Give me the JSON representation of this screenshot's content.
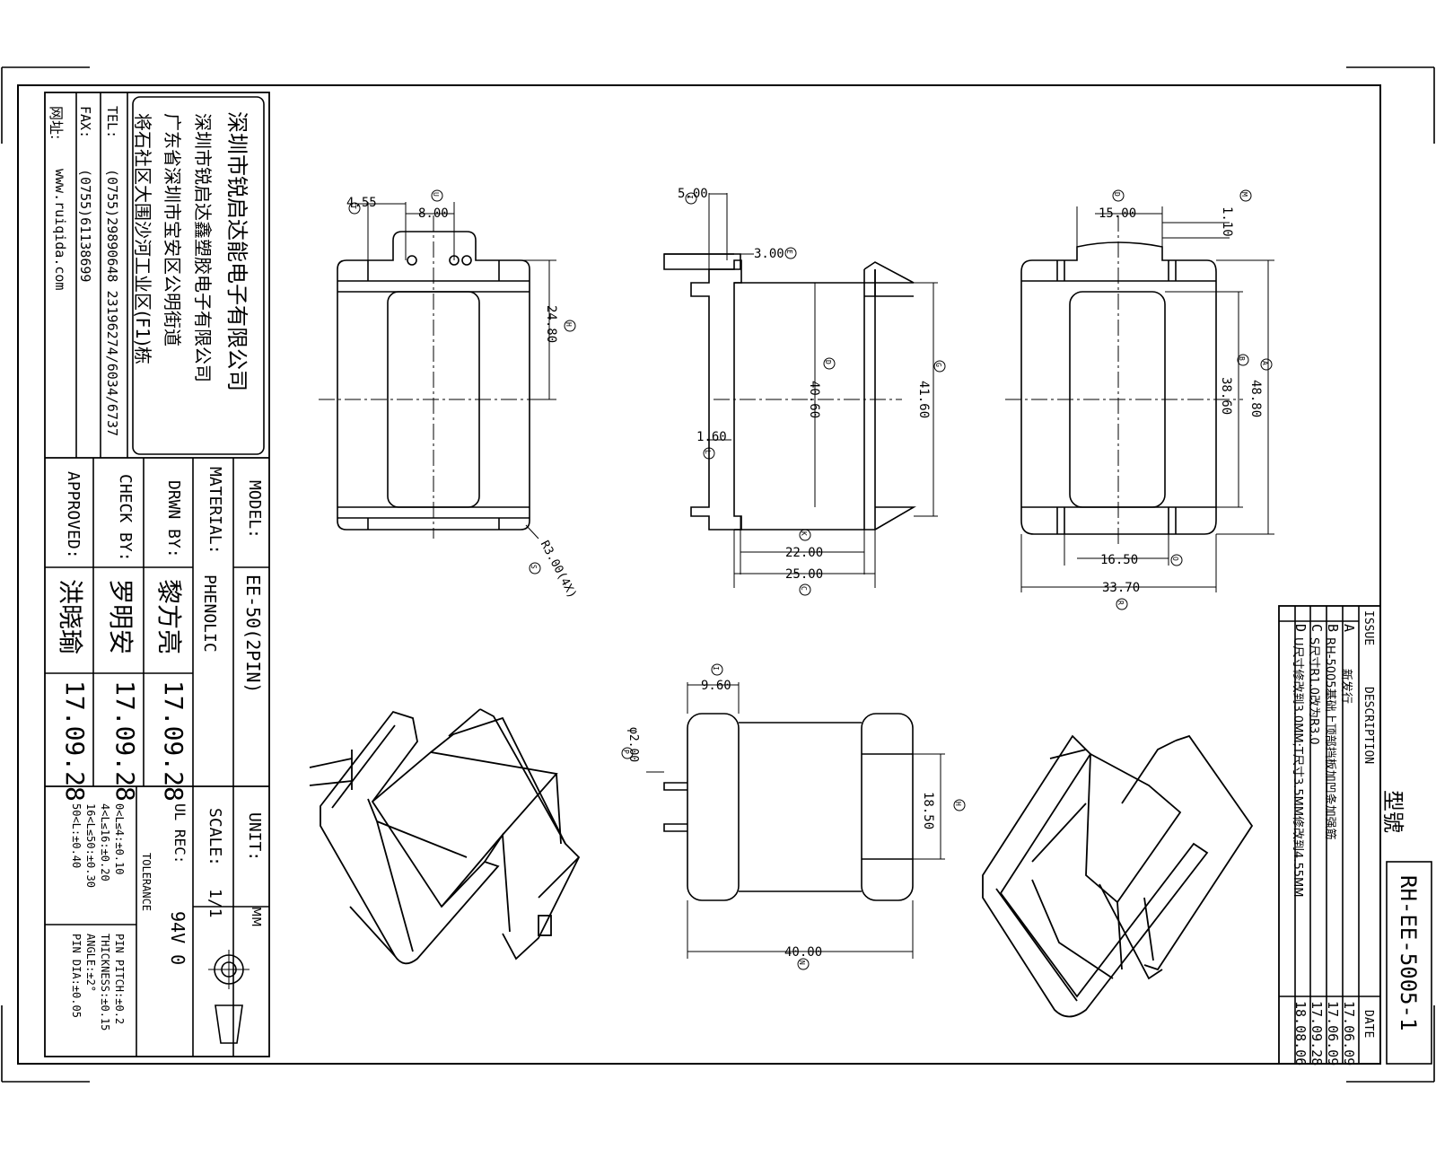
{
  "company": {
    "name1": "深圳市锐启达能电子有限公司",
    "name2": "深圳市锐启达鑫塑胶电子有限公司",
    "address1": "广东省深圳市宝安区公明街道",
    "address2": "将石社区大围沙河工业区(F1)栋",
    "tel_label": "TEL:",
    "tel": "(0755)29890648  23196274/6034/6737",
    "fax_label": "FAX:",
    "fax": "(0755)61138699",
    "web_label": "网址:",
    "web": "www.ruiqida.com"
  },
  "title_block": {
    "model_label": "MODEL:",
    "model": "EE-50(2PIN)",
    "material_label": "MATERIAL:",
    "material": "PHENOLIC",
    "drwn_label": "DRWN BY:",
    "drwn_name": "黎方亮",
    "drwn_date": "17.09.28",
    "check_label": "CHECK BY:",
    "check_name": "罗明安",
    "check_date": "17.09.28",
    "approved_label": "APPROVED:",
    "approved_name": "洪晓瑜",
    "approved_date": "17.09.28",
    "unit_label": "UNIT:",
    "unit": "MM",
    "scale_label": "SCALE:",
    "scale": "1/1",
    "ul_label": "UL REC:",
    "ul": "94V 0",
    "tolerance_label": "TOLERANCE",
    "tol_lines": [
      "0<L≤4:±0.10",
      "4<L≤16:±0.20",
      "16<L≤50:±0.30",
      "50<L:±0.40"
    ],
    "tol_other": [
      "PIN PITCH:±0.2",
      "THICKNESS:±0.15",
      "ANGLE:±2°",
      "PIN DIA:±0.05"
    ]
  },
  "revision": {
    "type_label": "型號",
    "type_value": "RH-EE-5005-1",
    "col_issue": "ISSUE",
    "col_desc": "DESCRIPTION",
    "col_date": "DATE",
    "rows": [
      {
        "issue": "A",
        "desc": "新发行",
        "date": "17.06.09"
      },
      {
        "issue": "B",
        "desc": "RH-5005基础上顶部挡板加凹条加强筋",
        "date": "17.06.09"
      },
      {
        "issue": "C",
        "desc": "S尺寸R1.0改为R3.0",
        "date": "17.09.28"
      },
      {
        "issue": "D",
        "desc": "U尺寸修改到3.0MM;T尺寸3.5MM修改到4.55MM",
        "date": "18.08.06"
      }
    ]
  },
  "dims": {
    "v1_455": "4.55",
    "v1_800": "8.00",
    "v1_2480": "24.80",
    "v1_r300": "R3.00(4X)",
    "v2_500": "5.00",
    "v2_300": "3.00",
    "v2_4060": "40.60",
    "v2_4160": "41.60",
    "v2_160": "1.60",
    "v2_2200": "22.00",
    "v2_2500": "25.00",
    "v3_1500": "15.00",
    "v3_110": "1.10",
    "v3_3860": "38.60",
    "v3_4880": "48.80",
    "v3_1650": "16.50",
    "v3_3370": "33.70",
    "v4_960": "9.60",
    "v4_200": "φ2.00",
    "v4_1850": "18.50",
    "v4_4000": "40.00"
  },
  "markers": {
    "T": "T",
    "U": "U",
    "H": "H",
    "E": "E",
    "G": "G",
    "L": "L",
    "K": "K",
    "C": "C",
    "D": "D",
    "M": "M",
    "B": "B",
    "A": "A",
    "O": "O",
    "R": "R",
    "I": "I",
    "P": "P",
    "N": "N",
    "S": "S"
  }
}
